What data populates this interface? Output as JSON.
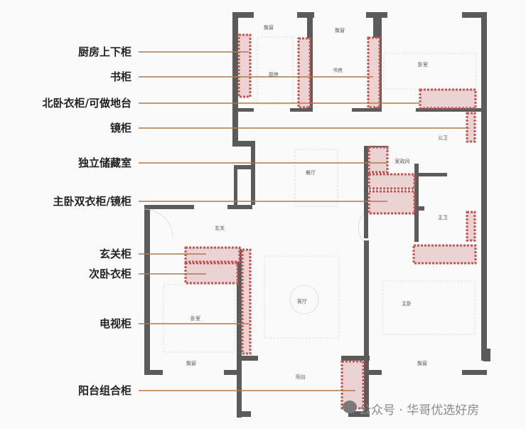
{
  "labels": [
    "厨房上下柜",
    "书柜",
    "北卧衣柜/可做地台",
    "镜柜",
    "独立储藏室",
    "主卧双衣柜/镜柜",
    "玄关柜",
    "次卧衣柜",
    "电视柜",
    "阳台组合柜"
  ],
  "rooms": {
    "bay1": "飘窗",
    "bay2": "飘窗",
    "kitchen": "厨房",
    "study": "书房",
    "north_bedroom": "卧室",
    "public_bath": "公卫",
    "utility": "家政间",
    "dining": "餐厅",
    "master_bath": "主卫",
    "foyer": "玄关",
    "living": "客厅",
    "master_bedroom": "主卧",
    "second_bedroom": "卧室",
    "bay3": "飘窗",
    "balcony": "阳台",
    "bay4": "飘窗"
  },
  "watermark": "公众号 · 华哥优选好房",
  "colors": {
    "wall": "#5b5b5b",
    "cabinet_fill": "#ecd3d3",
    "cabinet_border": "#c9544e",
    "leader": "#b27a4b"
  }
}
